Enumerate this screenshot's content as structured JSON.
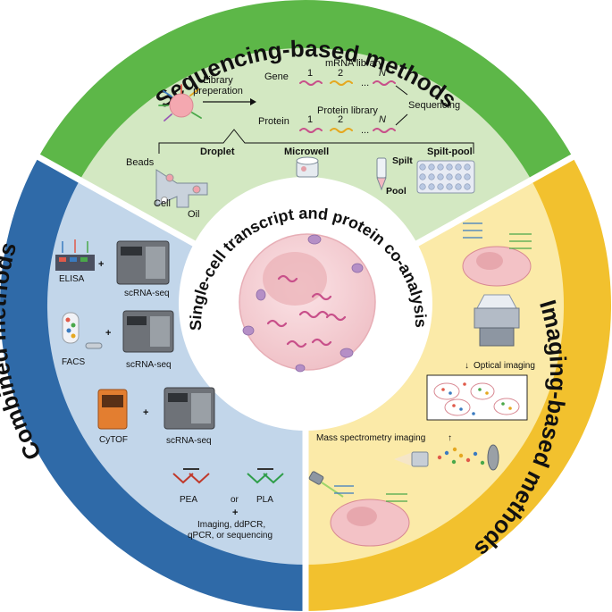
{
  "colors": {
    "green_ring": "#5db748",
    "green_panel": "#d3e8c2",
    "blue_ring": "#2f6aa8",
    "blue_panel": "#c2d6ea",
    "yellow_ring": "#f2c12e",
    "yellow_panel": "#fbeaa8",
    "inner_ring": "#ffffff",
    "cell": "#f6d5d8",
    "nucleus": "#ebb1b7",
    "transcript": "#c8508a"
  },
  "titles": {
    "sequencing": "Sequencing-based methods",
    "combined": "Combined methods",
    "imaging": "Imaging-based methods",
    "center": "Single-cell transcript and protein co-analysis"
  },
  "sequencing": {
    "library_prep": [
      "Library",
      "preperation"
    ],
    "gene": "Gene",
    "protein": "Protein",
    "mrna_library": "mRNA library",
    "protein_library": "Protein library",
    "idx1": "1",
    "idx2": "2",
    "ellipsis": "...",
    "idxN": "N",
    "sequencing": "Sequencing",
    "droplet": "Droplet",
    "microwell": "Microwell",
    "splitpool": "Spilt-pool",
    "beads": "Beads",
    "cell": "Cell",
    "oil": "Oil",
    "spilt": "Spilt",
    "pool": "Pool"
  },
  "combined": {
    "plus": "+",
    "elisa": "ELISA",
    "facs": "FACS",
    "cytof": "CyTOF",
    "scrnaseq": "scRNA-seq",
    "pea": "PEA",
    "or": "or",
    "pla": "PLA",
    "readout": [
      "Imaging, ddPCR,",
      "qPCR, or sequencing"
    ]
  },
  "imaging": {
    "optical": "Optical imaging",
    "mass": "Mass spectrometry imaging"
  }
}
